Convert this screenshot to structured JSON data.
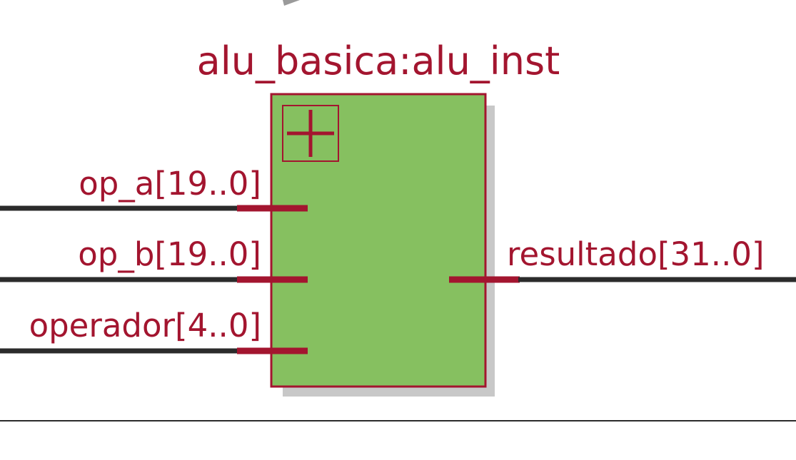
{
  "instance": {
    "title": "alu_basica:alu_inst",
    "fill_color": "#86c060",
    "border_color": "#a3152f",
    "wire_color": "#2b2b2b",
    "shadow_color": "#c8c8c8",
    "expand_icon": "plus-box-icon"
  },
  "ports": {
    "inputs": [
      {
        "label": "op_a[19..0]"
      },
      {
        "label": "op_b[19..0]"
      },
      {
        "label": "operador[4..0]"
      }
    ],
    "outputs": [
      {
        "label": "resultado[31..0]"
      }
    ]
  }
}
